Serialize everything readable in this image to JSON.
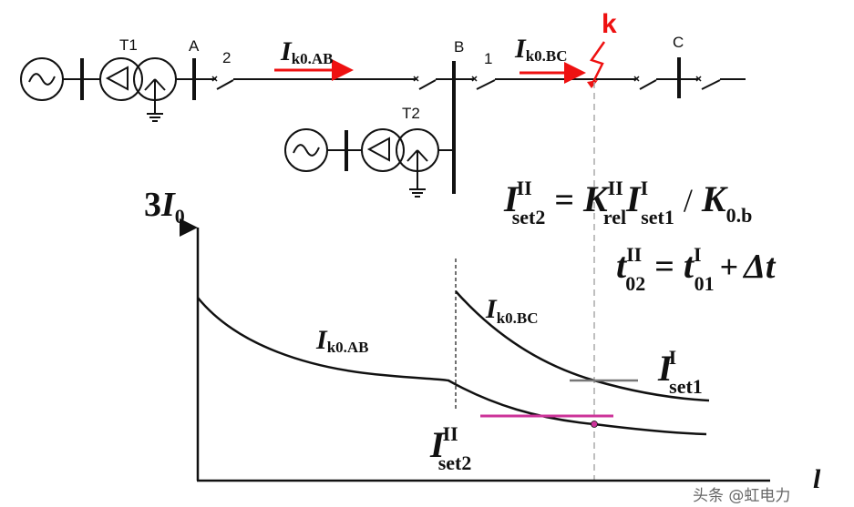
{
  "labels": {
    "t1": "T1",
    "t2": "T2",
    "bus_a": "A",
    "bus_b": "B",
    "bus_c": "C",
    "breaker_2": "2",
    "breaker_1": "1",
    "fault": "k"
  },
  "currents": {
    "ik0ab": {
      "main": "I",
      "sub": "k0.AB"
    },
    "ik0bc": {
      "main": "I",
      "sub": "k0.BC"
    }
  },
  "formula1": {
    "lhs_main": "I",
    "lhs_sup": "II",
    "lhs_sub": "set2",
    "eq": "=",
    "k_main": "K",
    "k_sup": "II",
    "k_sub": "rel",
    "i_main": "I",
    "i_sup": "I",
    "i_sub": "set1",
    "slash": "/",
    "k0_main": "K",
    "k0_sub": "0.b"
  },
  "formula2": {
    "lhs_main": "t",
    "lhs_sup": "II",
    "lhs_sub": "02",
    "eq": "=",
    "rhs_main": "t",
    "rhs_sup": "I",
    "rhs_sub": "01",
    "plus": "+",
    "delta": "Δt"
  },
  "plot": {
    "y_axis_label": {
      "pre": "3",
      "main": "I",
      "sub": "0"
    },
    "x_axis_label": "l",
    "curve_ab_label": {
      "main": "I",
      "sub": "k0.AB"
    },
    "curve_bc_label": {
      "main": "I",
      "sub": "k0.BC"
    },
    "iset1_label": {
      "main": "I",
      "sup": "I",
      "sub": "set1"
    },
    "iset2_label": {
      "main": "I",
      "sup": "II",
      "sub": "set2"
    }
  },
  "colors": {
    "arrow": "#ee1111",
    "iset2_line": "#cc3399",
    "iset1_line": "#777777"
  },
  "watermark": "头条 @虹电力"
}
